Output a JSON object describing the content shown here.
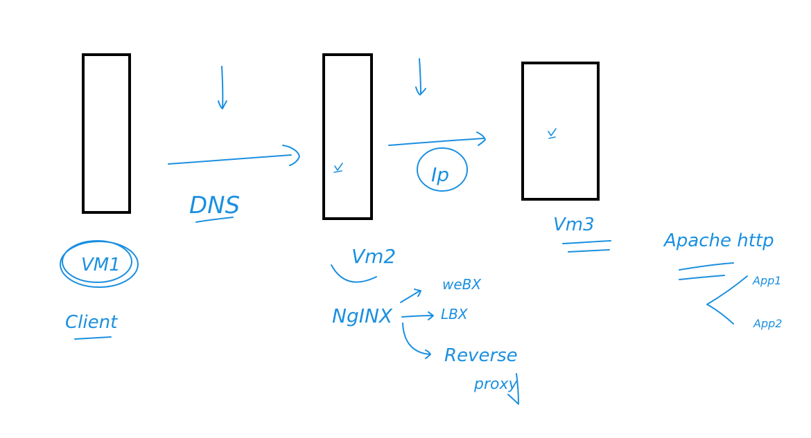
{
  "colors": {
    "ink": "#1a8fe0",
    "box": "#000000",
    "background": "#ffffff"
  },
  "labels": {
    "dns": "DNS",
    "ip": "Ip",
    "vm1": "VM1",
    "client": "Client",
    "vm2": "Vm2",
    "vm3": "Vm3",
    "nginx": "NgINX",
    "webx": "weBX",
    "lbx": "LBX",
    "reverse": "Reverse",
    "proxy": "proxy",
    "apache": "Apache http",
    "app1": "App1",
    "app2": "App2"
  }
}
